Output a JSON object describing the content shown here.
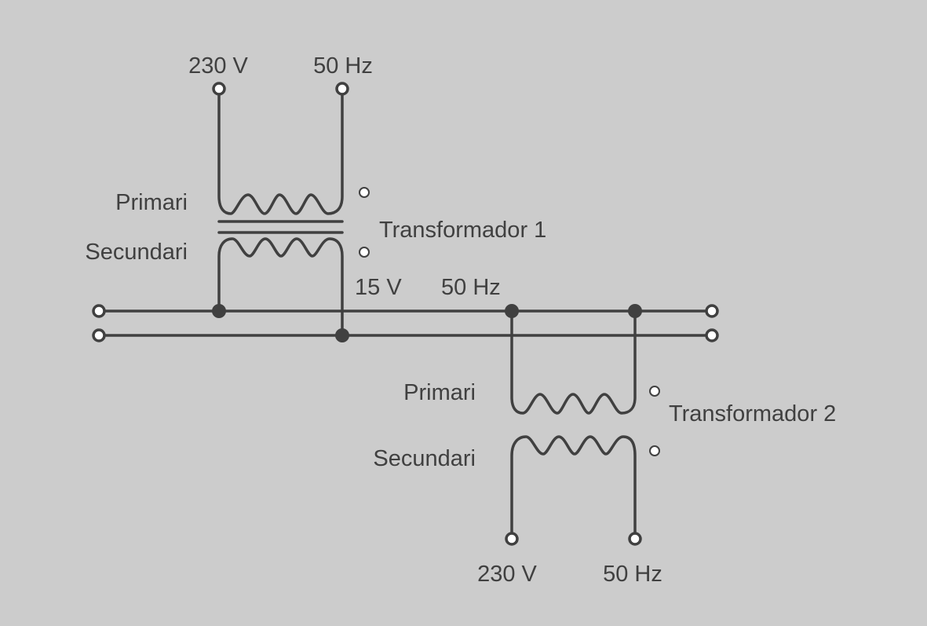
{
  "labels": {
    "t1_input_voltage": "230 V",
    "t1_input_freq": "50 Hz",
    "t1_primary": "Primari",
    "t1_secondary": "Secundari",
    "t1_name": "Transformador 1",
    "mid_voltage": "15 V",
    "mid_freq": "50 Hz",
    "t2_primary": "Primari",
    "t2_secondary": "Secundari",
    "t2_name": "Transformador 2",
    "t2_output_voltage": "230 V",
    "t2_output_freq": "50 Hz"
  },
  "colors": {
    "background": "#cccccc",
    "line": "#404040",
    "terminal_fill": "#ffffff"
  }
}
